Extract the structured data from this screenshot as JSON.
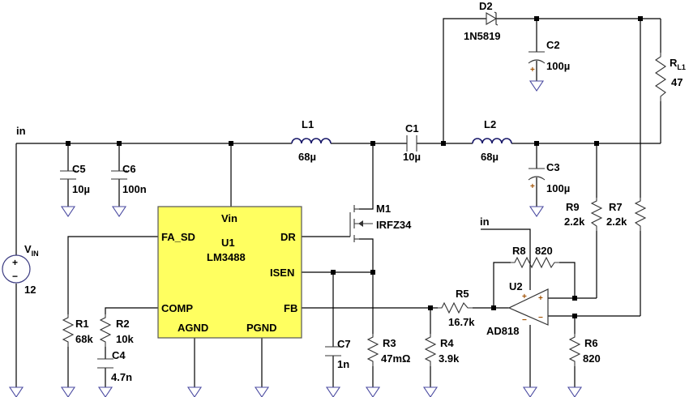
{
  "net_label": "in",
  "ic": {
    "ref": "U1",
    "part": "LM3488",
    "pins": {
      "vin": "Vin",
      "fa_sd": "FA_SD",
      "dr": "DR",
      "isen": "ISEN",
      "comp": "COMP",
      "fb": "FB",
      "agnd": "AGND",
      "pgnd": "PGND"
    },
    "fill": "#ffff60"
  },
  "source": {
    "ref_main": "V",
    "ref_sub": "IN",
    "value": "12"
  },
  "components": {
    "C5": {
      "ref": "C5",
      "value": "10µ"
    },
    "C6": {
      "ref": "C6",
      "value": "100n"
    },
    "L1": {
      "ref": "L1",
      "value": "68µ"
    },
    "C1": {
      "ref": "C1",
      "value": "10µ"
    },
    "L2": {
      "ref": "L2",
      "value": "68µ"
    },
    "C3": {
      "ref": "C3",
      "value": "100µ"
    },
    "D2": {
      "ref": "D2",
      "value": "1N5819"
    },
    "C2": {
      "ref": "C2",
      "value": "100µ"
    },
    "RL1": {
      "ref_main": "R",
      "ref_sub": "L1",
      "value": "47"
    },
    "M1": {
      "ref": "M1",
      "value": "IRFZ34"
    },
    "R1": {
      "ref": "R1",
      "value": "68k"
    },
    "R2": {
      "ref": "R2",
      "value": "10k"
    },
    "C4": {
      "ref": "C4",
      "value": "4.7n"
    },
    "C7": {
      "ref": "C7",
      "value": "1n"
    },
    "R3": {
      "ref": "R3",
      "value": "47mΩ"
    },
    "R4": {
      "ref": "R4",
      "value": "3.9k"
    },
    "R5": {
      "ref": "R5",
      "value": "16.7k"
    },
    "R8": {
      "ref": "R8",
      "value": "820"
    },
    "U2": {
      "ref": "U2",
      "value": "AD818"
    },
    "R9": {
      "ref": "R9",
      "value": "2.2k"
    },
    "R7": {
      "ref": "R7",
      "value": "2.2k"
    },
    "R6": {
      "ref": "R6",
      "value": "820"
    }
  },
  "polarity": {
    "plus": "+",
    "minus": "−"
  }
}
